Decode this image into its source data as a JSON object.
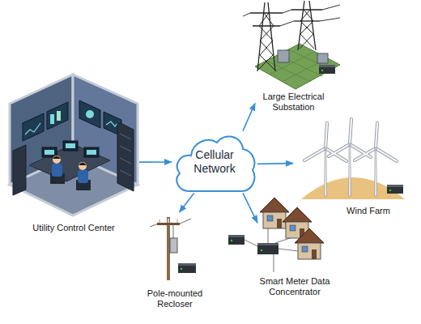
{
  "diagram": {
    "nodes": [
      {
        "text": [
          "Utility Control Center"
        ]
      },
      {
        "text": [
          "Cellular Network"
        ]
      },
      {
        "text": [
          "Large Electrical Substation"
        ]
      },
      {
        "text": [
          "Wind Farm"
        ]
      },
      {
        "text": [
          "Smart Meter Data Concentrator"
        ]
      },
      {
        "text": [
          "Pole-mounted Recloser"
        ]
      }
    ],
    "edges": [
      {
        "from": 0,
        "to": 1,
        "arrow": "to"
      },
      {
        "from": 1,
        "to": 2,
        "arrow": "to"
      },
      {
        "from": 1,
        "to": 3,
        "arrow": "to"
      },
      {
        "from": 1,
        "to": 4,
        "arrow": "to"
      },
      {
        "from": 1,
        "to": 5,
        "arrow": "to"
      }
    ]
  }
}
